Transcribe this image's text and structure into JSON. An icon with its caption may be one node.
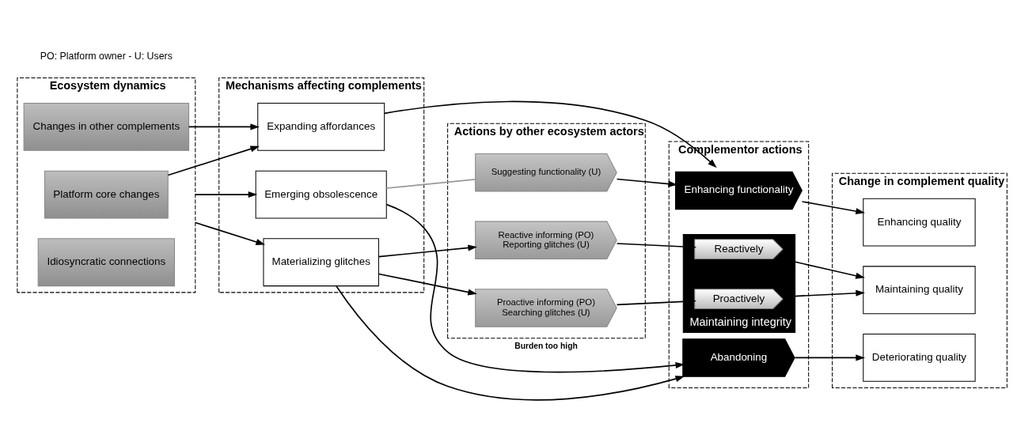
{
  "diagram": {
    "nodes": [
      {
        "text": [
          "Ecosystem dynamics"
        ]
      },
      {
        "text": [
          "Platform core changes"
        ],
        "in": 0
      },
      {
        "text": [
          "Changes in other complements"
        ],
        "in": 0
      },
      {
        "text": [
          "Idiosyncratic connections"
        ],
        "in": 0
      },
      {
        "text": [
          "Mechanisms affecting complements"
        ]
      },
      {
        "text": [
          "Expanding affordances"
        ],
        "in": 4
      },
      {
        "text": [
          "Materializing glitches"
        ],
        "in": 4
      },
      {
        "text": [
          "Emerging obsolescence"
        ],
        "in": 4
      },
      {
        "text": [
          "Actions by other ecosystem actors"
        ]
      },
      {
        "text": [
          "Suggesting functionality (U)"
        ],
        "in": 8
      },
      {
        "text": [
          "Proactive informing (PO)",
          "Searching glitches (U)"
        ],
        "in": 8
      },
      {
        "text": [
          "Reactive informing (PO)",
          "Reporting glitches (U)"
        ],
        "in": 8
      },
      {
        "text": [
          "Complementor actions"
        ]
      },
      {
        "text": [
          "Enhancing functionality"
        ],
        "in": 12
      },
      {
        "text": [
          "Maintaining integrity"
        ],
        "in": 12
      },
      {
        "text": [
          "Proactively"
        ],
        "in": 14
      },
      {
        "text": [
          "Reactively"
        ],
        "in": 14
      },
      {
        "text": [
          "Abandoning"
        ],
        "in": 12
      },
      {
        "text": [
          "Change in complement quality"
        ]
      },
      {
        "text": [
          "Enhancing quality"
        ],
        "in": 18
      },
      {
        "text": [
          "Maintaining quality"
        ],
        "in": 18
      },
      {
        "text": [
          "Deteriorating quality"
        ],
        "in": 18
      }
    ],
    "edges": [
      {
        "from": 1,
        "to": 5,
        "arrow": "to"
      },
      {
        "from": 2,
        "to": 5,
        "arrow": "to"
      },
      {
        "from": 0,
        "to": 6,
        "arrow": "to"
      },
      {
        "from": 0,
        "to": 7,
        "arrow": "to"
      },
      {
        "from": 5,
        "to": 13,
        "arrow": "to"
      },
      {
        "from": 7,
        "to": 9,
        "arrow": "none",
        "color": "#999999"
      },
      {
        "from": 9,
        "to": 13,
        "arrow": "to"
      },
      {
        "from": 6,
        "to": 10,
        "arrow": "to"
      },
      {
        "from": 6,
        "to": 11,
        "arrow": "to"
      },
      {
        "from": 6,
        "to": 17,
        "arrow": "to"
      },
      {
        "from": 10,
        "to": 15,
        "arrow": "to"
      },
      {
        "from": 11,
        "to": 16,
        "arrow": "to"
      },
      {
        "from": 7,
        "to": 17,
        "arrow": "to",
        "label": "Burden too high"
      },
      {
        "from": 13,
        "to": 19,
        "arrow": "to"
      },
      {
        "from": 15,
        "to": 20,
        "arrow": "to"
      },
      {
        "from": 16,
        "to": 20,
        "arrow": "to"
      },
      {
        "from": 17,
        "to": 21,
        "arrow": "to"
      }
    ],
    "labels": [
      "PO: Platform owner - U: Users"
    ]
  }
}
